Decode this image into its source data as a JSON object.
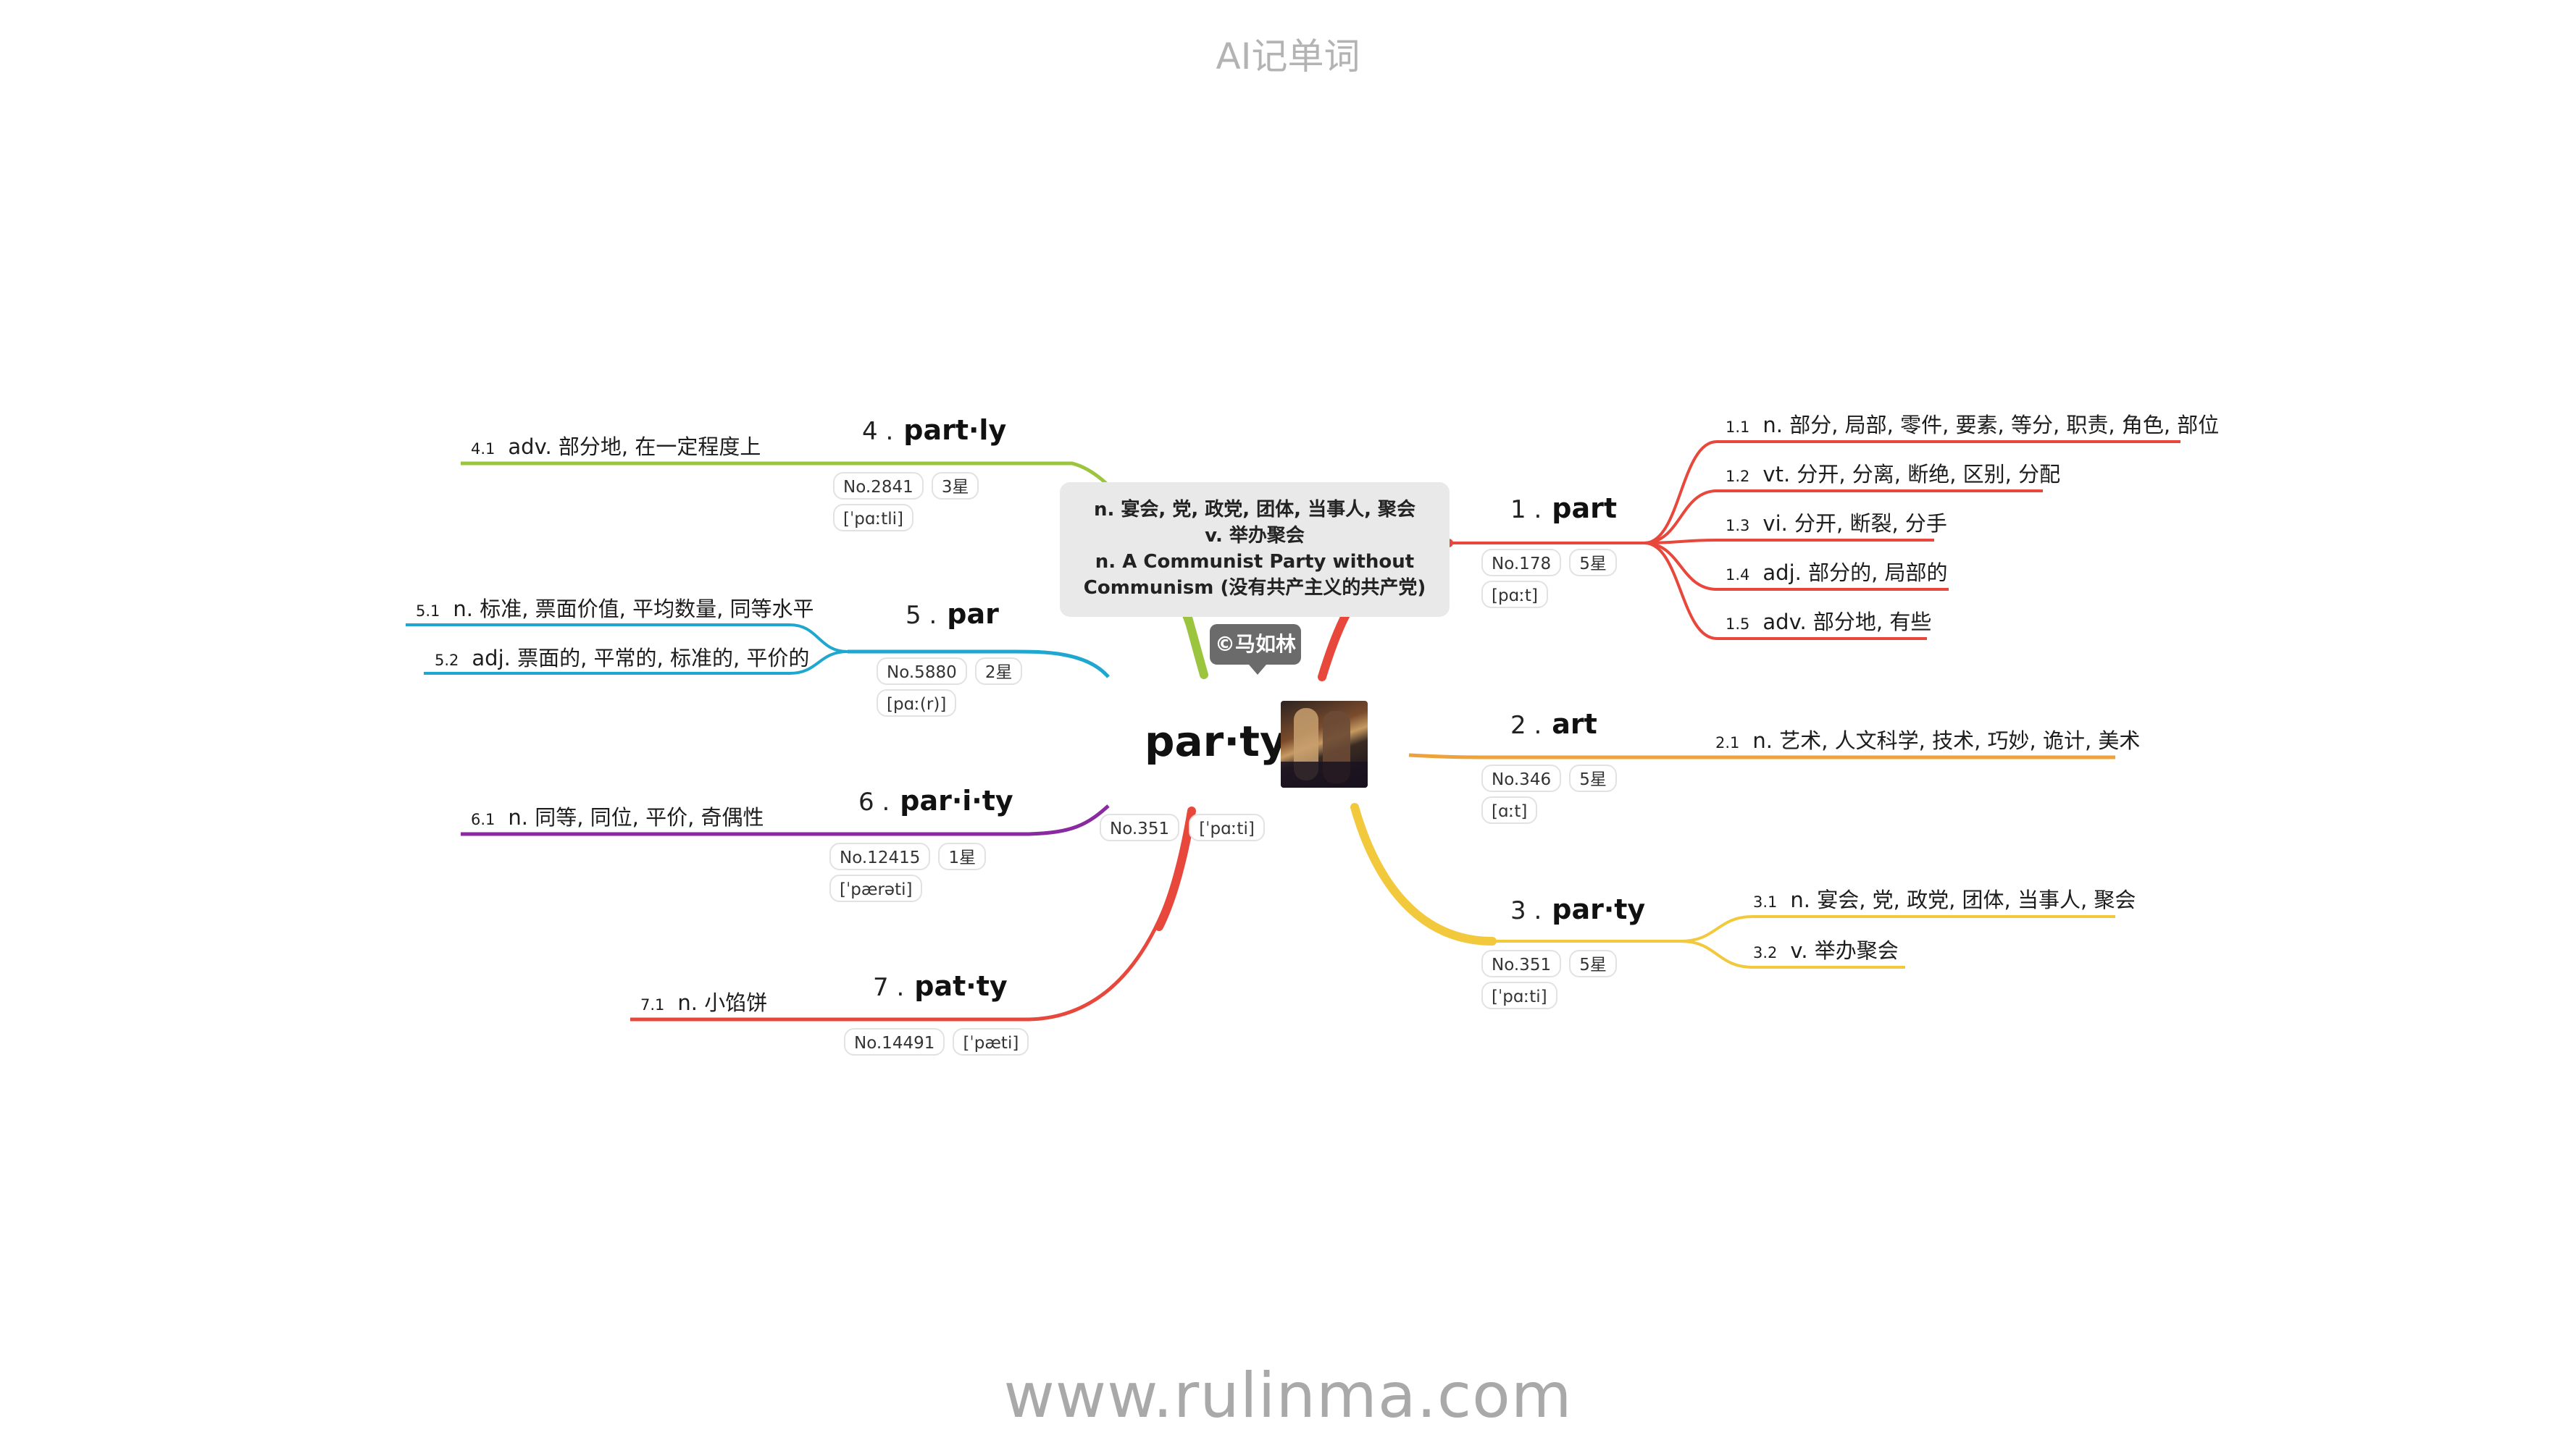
{
  "title": "AI记单词",
  "footer": "www.rulinma.com",
  "center": {
    "word": "par·ty",
    "no": "No.351",
    "phonetic": "[ˈpɑːti]",
    "meanings": [
      "n. 宴会, 党, 政党, 团体, 当事人, 聚会",
      "v. 举办聚会",
      "n. A Communist Party without",
      "Communism (没有共产主义的共产党)"
    ],
    "copyright": "©马如林"
  },
  "colors": {
    "part": "#e8473b",
    "art": "#f0a23a",
    "party": "#f2c93c",
    "partly": "#9bc43f",
    "par": "#1fa7cf",
    "parity": "#8a2aa0",
    "patty": "#e8473b"
  },
  "branches": [
    {
      "index": "1 .",
      "word": "part",
      "no": "No.178",
      "stars": "5星",
      "phonetic": "[pɑːt]",
      "definitions": [
        {
          "num": "1.1",
          "text": "n. 部分, 局部, 零件, 要素, 等分, 职责, 角色, 部位"
        },
        {
          "num": "1.2",
          "text": "vt. 分开, 分离, 断绝, 区别, 分配"
        },
        {
          "num": "1.3",
          "text": "vi. 分开, 断裂, 分手"
        },
        {
          "num": "1.4",
          "text": "adj. 部分的, 局部的"
        },
        {
          "num": "1.5",
          "text": "adv. 部分地, 有些"
        }
      ]
    },
    {
      "index": "2 .",
      "word": "art",
      "no": "No.346",
      "stars": "5星",
      "phonetic": "[ɑːt]",
      "definitions": [
        {
          "num": "2.1",
          "text": "n. 艺术, 人文科学, 技术, 巧妙, 诡计, 美术"
        }
      ]
    },
    {
      "index": "3 .",
      "word": "par·ty",
      "no": "No.351",
      "stars": "5星",
      "phonetic": "[ˈpɑːti]",
      "definitions": [
        {
          "num": "3.1",
          "text": "n. 宴会, 党, 政党, 团体, 当事人, 聚会"
        },
        {
          "num": "3.2",
          "text": "v. 举办聚会"
        }
      ]
    },
    {
      "index": "4 .",
      "word": "part·ly",
      "no": "No.2841",
      "stars": "3星",
      "phonetic": "[ˈpɑːtli]",
      "definitions": [
        {
          "num": "4.1",
          "text": "adv. 部分地, 在一定程度上"
        }
      ]
    },
    {
      "index": "5 .",
      "word": "par",
      "no": "No.5880",
      "stars": "2星",
      "phonetic": "[pɑː(r)]",
      "definitions": [
        {
          "num": "5.1",
          "text": "n. 标准, 票面价值, 平均数量, 同等水平"
        },
        {
          "num": "5.2",
          "text": "adj. 票面的, 平常的, 标准的, 平价的"
        }
      ]
    },
    {
      "index": "6 .",
      "word": "par·i·ty",
      "no": "No.12415",
      "stars": "1星",
      "phonetic": "[ˈpærəti]",
      "definitions": [
        {
          "num": "6.1",
          "text": "n. 同等, 同位, 平价, 奇偶性"
        }
      ]
    },
    {
      "index": "7 .",
      "word": "pat·ty",
      "no": "No.14491",
      "phonetic": "[ˈpæti]",
      "definitions": [
        {
          "num": "7.1",
          "text": "n. 小馅饼"
        }
      ]
    }
  ]
}
